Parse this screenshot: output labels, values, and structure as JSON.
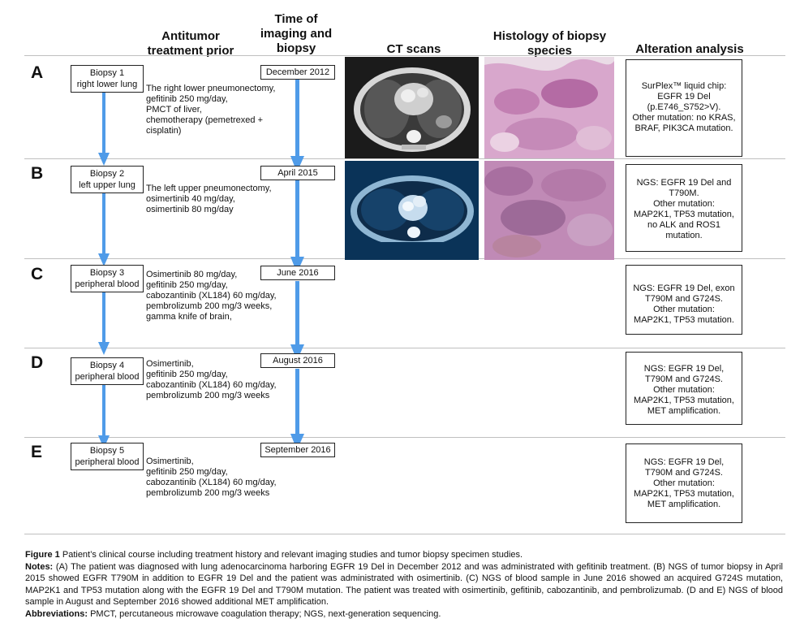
{
  "headers": {
    "antitumor": "Antitumor treatment prior",
    "time": "Time of imaging and biopsy",
    "ct": "CT scans",
    "histology": "Histology of biopsy species",
    "alteration": "Alteration analysis"
  },
  "rows": [
    {
      "letter": "A",
      "biopsy_line1": "Biopsy 1",
      "biopsy_line2": "right lower lung",
      "treatment": [
        "The right lower pneumonectomy,",
        "gefitinib 250 mg/day,",
        "PMCT of liver,",
        "chemotherapy (pemetrexed +",
        "cisplatin)"
      ],
      "date": "December 2012",
      "alteration": [
        "SurPlex™ liquid chip:",
        "EGFR 19 Del",
        "(p.E746_S752>V).",
        "Other mutation: no KRAS,",
        "BRAF, PIK3CA mutation."
      ]
    },
    {
      "letter": "B",
      "biopsy_line1": "Biopsy 2",
      "biopsy_line2": "left upper lung",
      "treatment": [
        "The left upper pneumonectomy,",
        "osimertinib 40 mg/day,",
        "osimertinib 80 mg/day"
      ],
      "date": "April 2015",
      "alteration": [
        "NGS: EGFR 19 Del and",
        "T790M.",
        "Other mutation:",
        "MAP2K1, TP53 mutation,",
        "no ALK and ROS1",
        "mutation."
      ]
    },
    {
      "letter": "C",
      "biopsy_line1": "Biopsy 3",
      "biopsy_line2": "peripheral blood",
      "treatment": [
        "Osimertinib 80 mg/day,",
        "gefitinib 250 mg/day,",
        "cabozantinib (XL184) 60 mg/day,",
        "pembrolizumb 200 mg/3 weeks,",
        "gamma knife of brain,"
      ],
      "date": "June 2016",
      "alteration": [
        "NGS: EGFR 19 Del, exon",
        "T790M and G724S.",
        "Other mutation:",
        "MAP2K1, TP53 mutation."
      ]
    },
    {
      "letter": "D",
      "biopsy_line1": "Biopsy 4",
      "biopsy_line2": "peripheral blood",
      "treatment": [
        "Osimertinib,",
        "gefitinib 250 mg/day,",
        "cabozantinib (XL184) 60 mg/day,",
        "pembrolizumb 200 mg/3 weeks"
      ],
      "date": "August 2016",
      "alteration": [
        "NGS: EGFR 19 Del,",
        "T790M and G724S.",
        "Other mutation:",
        "MAP2K1, TP53 mutation,",
        "MET amplification."
      ]
    },
    {
      "letter": "E",
      "biopsy_line1": "Biopsy 5",
      "biopsy_line2": "peripheral blood",
      "treatment": [
        "Osimertinib,",
        "gefitinib 250 mg/day,",
        "cabozantinib (XL184) 60 mg/day,",
        "pembrolizumb 200 mg/3 weeks"
      ],
      "date": "September 2016",
      "alteration": [
        "NGS: EGFR 19 Del,",
        "T790M and G724S.",
        "Other mutation:",
        "MAP2K1, TP53 mutation,",
        "MET amplification."
      ]
    }
  ],
  "caption": {
    "figure_label": "Figure 1",
    "figure_text": "Patient’s clinical course including treatment history and relevant imaging studies and tumor biopsy specimen studies.",
    "notes_label": "Notes:",
    "notes_text": "(A) The patient was diagnosed with lung adenocarcinoma harboring EGFR 19 Del in December 2012 and was administrated with gefitinib treatment. (B) NGS of tumor biopsy in April 2015 showed EGFR T790M in addition to EGFR 19 Del and the patient was administrated with osimertinib. (C) NGS of blood sample in June 2016 showed an acquired G724S mutation, MAP2K1 and TP53 mutation along with the EGFR 19 Del and T790M mutation. The patient was treated with osimertinib, gefitinib, cabozantinib, and pembrolizumab. (D and E) NGS of blood sample in August and September 2016 showed additional MET amplification.",
    "abbrev_label": "Abbreviations:",
    "abbrev_text": "PMCT, percutaneous microwave coagulation therapy; NGS, next-generation sequencing."
  },
  "colors": {
    "arrow": "#4f9be8",
    "ct_a_bg": "#1b1b1b",
    "ct_b_bg": "#0a3358",
    "histo": "#c58ab8"
  }
}
